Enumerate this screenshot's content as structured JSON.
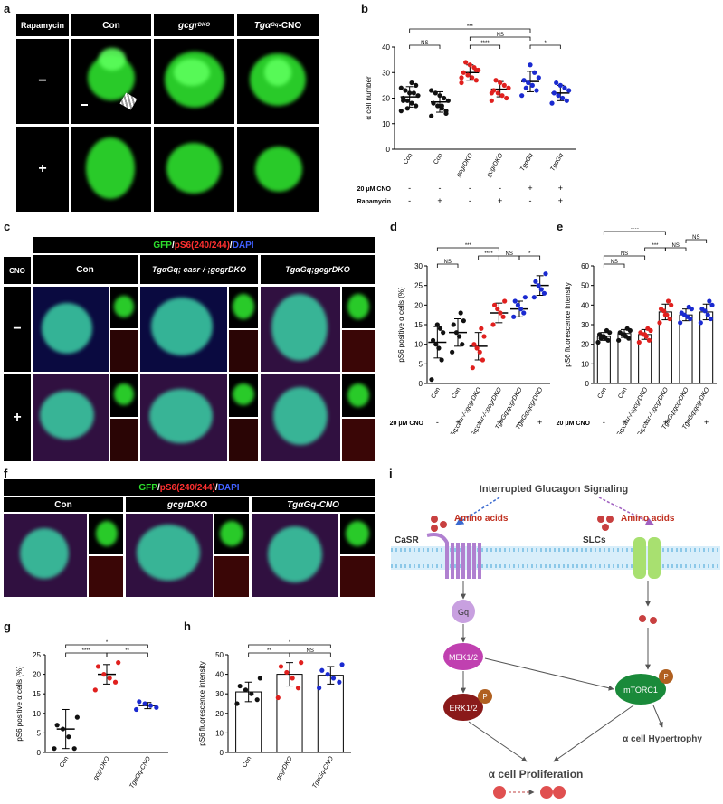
{
  "panel_letters": {
    "a": "a",
    "b": "b",
    "c": "c",
    "d": "d",
    "e": "e",
    "f": "f",
    "g": "g",
    "h": "h",
    "i": "i"
  },
  "panel_a": {
    "corner": "Rapamycin",
    "cols": [
      "Con",
      "gcgr",
      "Tgα",
      "-CNO"
    ],
    "col_sup": {
      "gcgr": "DKO",
      "tga": "Gq"
    },
    "rows": [
      "−",
      "+"
    ]
  },
  "panel_c": {
    "stain": {
      "gfp": "GFP",
      "sep1": "/",
      "ps6": "pS6(240/244)",
      "sep2": "/",
      "dapi": "DAPI"
    },
    "corner": "CNO",
    "cols": [
      "Con",
      "TgαGq; casr-/-;gcgrDKO",
      "TgαGq;gcgrDKO"
    ],
    "rows": [
      "−",
      "+"
    ]
  },
  "panel_f": {
    "stain": {
      "gfp": "GFP",
      "sep1": "/ ",
      "ps6": "pS6(240/244)",
      "sep2": "/",
      "dapi": "DAPI"
    },
    "cols": [
      "Con",
      "gcgrDKO",
      "TgαGq-CNO"
    ]
  },
  "colors": {
    "con": "#111111",
    "gcgr": "#e0201e",
    "tga": "#1a2ad0",
    "green": "#2ee02e",
    "red": "#d42020",
    "blue": "#2030e0",
    "pathway_text": "#c03020"
  },
  "chart_data": [
    {
      "id": "b",
      "type": "scatter",
      "ylabel": "α cell number",
      "ylim": [
        0,
        40
      ],
      "yticks": [
        0,
        10,
        20,
        30,
        40
      ],
      "categories": [
        "Con",
        "Con",
        "gcgrDKO",
        "gcgrDKO",
        "TgαGq",
        "TgαGq"
      ],
      "groups": [
        "con",
        "con",
        "gcgr",
        "gcgr",
        "tga",
        "tga"
      ],
      "means": [
        20.5,
        18.5,
        30,
        23.5,
        26.5,
        22
      ],
      "sd": [
        4,
        4,
        3,
        3,
        4,
        3
      ],
      "points": [
        [
          15,
          17,
          18,
          19,
          20,
          21,
          22,
          22,
          23,
          24,
          25,
          26,
          16,
          19
        ],
        [
          13,
          15,
          16,
          17,
          18,
          19,
          20,
          21,
          22,
          23,
          14,
          17
        ],
        [
          26,
          27,
          28,
          29,
          30,
          31,
          32,
          33,
          34,
          28,
          31
        ],
        [
          19,
          20,
          21,
          22,
          23,
          24,
          25,
          26,
          27,
          22
        ],
        [
          21,
          23,
          25,
          26,
          27,
          28,
          30,
          33,
          24
        ],
        [
          18,
          19,
          20,
          21,
          22,
          23,
          24,
          25,
          26
        ]
      ],
      "cond_rows": [
        {
          "label": "20 μM CNO",
          "values": [
            "-",
            "-",
            "-",
            "-",
            "+",
            "+"
          ]
        },
        {
          "label": "Rapamycin",
          "values": [
            "-",
            "+",
            "-",
            "+",
            "-",
            "+"
          ]
        }
      ],
      "sig": [
        {
          "from": 0,
          "to": 1,
          "label": "NS",
          "level": 1
        },
        {
          "from": 2,
          "to": 3,
          "label": "****",
          "level": 1
        },
        {
          "from": 4,
          "to": 5,
          "label": "*",
          "level": 1
        },
        {
          "from": 2,
          "to": 4,
          "label": "NS",
          "level": 2
        },
        {
          "from": 0,
          "to": 4,
          "label": "***",
          "level": 3
        }
      ]
    },
    {
      "id": "d",
      "type": "scatter",
      "ylabel": "pS6 positive α cells (%)",
      "ylim": [
        0,
        30
      ],
      "yticks": [
        0,
        5,
        10,
        15,
        20,
        25,
        30
      ],
      "categories": [
        "Con",
        "Con",
        "TgαGq;casr-/-;gcgrDKO",
        "TgαGq;casr-/-;gcgrDKO",
        "TgαGq;gcgrDKO",
        "TgαGq;gcgrDKO"
      ],
      "groups": [
        "con",
        "con",
        "gcgr",
        "gcgr",
        "tga",
        "tga"
      ],
      "means": [
        10.5,
        13,
        9.5,
        18,
        19,
        25
      ],
      "sd": [
        4,
        3.5,
        3.5,
        2.5,
        2,
        2.5
      ],
      "points": [
        [
          1,
          6,
          9,
          10,
          11,
          13,
          14,
          15
        ],
        [
          8,
          10,
          12,
          13,
          15,
          16,
          18
        ],
        [
          4,
          6,
          8,
          9,
          10,
          12,
          14
        ],
        [
          15,
          17,
          18,
          19,
          20,
          21
        ],
        [
          17,
          18,
          19,
          20,
          21,
          22
        ],
        [
          22,
          23,
          24,
          25,
          26,
          28
        ]
      ],
      "cond_rows": [
        {
          "label": "20 μM CNO",
          "values": [
            "-",
            "+",
            "-",
            "+",
            "-",
            "+"
          ]
        }
      ],
      "sig": [
        {
          "from": 0,
          "to": 1,
          "label": "NS",
          "level": 1
        },
        {
          "from": 2,
          "to": 3,
          "label": "****",
          "level": 2
        },
        {
          "from": 3,
          "to": 4,
          "label": "NS",
          "level": 2
        },
        {
          "from": 4,
          "to": 5,
          "label": "*",
          "level": 2
        },
        {
          "from": 0,
          "to": 3,
          "label": "***",
          "level": 3
        }
      ]
    },
    {
      "id": "e",
      "type": "bar",
      "ylabel": "pS6 fluorescence intensity",
      "ylim": [
        0,
        60
      ],
      "yticks": [
        0,
        10,
        20,
        30,
        40,
        50,
        60
      ],
      "categories": [
        "Con",
        "Con",
        "TgαGq;casr-/-;gcgrDKO",
        "TgαGq;casr-/-;gcgrDKO",
        "TgαGq;gcgrDKO",
        "TgαGq;gcgrDKO"
      ],
      "groups": [
        "con",
        "con",
        "gcgr",
        "gcgr",
        "tga",
        "tga"
      ],
      "values": [
        24,
        25.5,
        25,
        36.5,
        35,
        36.5
      ],
      "sd": [
        2,
        2,
        2.5,
        4,
        3,
        4
      ],
      "points": [
        [
          21,
          22,
          23,
          24,
          25,
          26,
          27,
          24,
          23
        ],
        [
          22,
          23,
          24,
          25,
          26,
          27,
          28,
          25
        ],
        [
          21,
          22,
          24,
          25,
          26,
          27,
          28,
          25
        ],
        [
          31,
          33,
          35,
          37,
          38,
          40,
          42,
          35
        ],
        [
          31,
          33,
          34,
          35,
          36,
          38,
          39
        ],
        [
          31,
          33,
          35,
          37,
          38,
          40,
          42
        ]
      ],
      "cond_rows": [
        {
          "label": "20 μM CNO",
          "values": [
            "-",
            "+",
            "-",
            "+",
            "-",
            "+"
          ]
        }
      ],
      "sig": [
        {
          "from": 0,
          "to": 1,
          "label": "NS",
          "level": 1
        },
        {
          "from": 0,
          "to": 2,
          "label": "NS",
          "level": 2
        },
        {
          "from": 2,
          "to": 3,
          "label": "***",
          "level": 3
        },
        {
          "from": 3,
          "to": 4,
          "label": "NS",
          "level": 3
        },
        {
          "from": 4,
          "to": 5,
          "label": "NS",
          "level": 4
        },
        {
          "from": 0,
          "to": 3,
          "label": "****",
          "level": 5
        }
      ]
    },
    {
      "id": "g",
      "type": "scatter",
      "ylabel": "pS6 positive α cells (%)",
      "ylim": [
        0,
        25
      ],
      "yticks": [
        0,
        5,
        10,
        15,
        20,
        25
      ],
      "categories": [
        "Con",
        "gcgrDKO",
        "TgαGq-CNO"
      ],
      "groups": [
        "con",
        "gcgr",
        "tga"
      ],
      "means": [
        6,
        20,
        12
      ],
      "sd": [
        5,
        2.5,
        0.8
      ],
      "points": [
        [
          1,
          1,
          4,
          6,
          7,
          9
        ],
        [
          16,
          18,
          19,
          20,
          22,
          23
        ],
        [
          11,
          11.5,
          12,
          12.5,
          13
        ]
      ],
      "sig": [
        {
          "from": 0,
          "to": 1,
          "label": "****",
          "level": 1
        },
        {
          "from": 1,
          "to": 2,
          "label": "**",
          "level": 1
        },
        {
          "from": 0,
          "to": 2,
          "label": "*",
          "level": 2
        }
      ]
    },
    {
      "id": "h",
      "type": "bar",
      "ylabel": "pS6 fluorescence intensity",
      "ylim": [
        0,
        50
      ],
      "yticks": [
        0,
        10,
        20,
        30,
        40,
        50
      ],
      "categories": [
        "Con",
        "gcgrDKO",
        "TgαGq-CNO"
      ],
      "groups": [
        "con",
        "gcgr",
        "tga"
      ],
      "values": [
        31,
        40,
        39.5
      ],
      "sd": [
        5,
        6,
        4.5
      ],
      "points": [
        [
          25,
          27,
          30,
          32,
          34,
          38
        ],
        [
          28,
          33,
          38,
          41,
          44,
          46
        ],
        [
          33,
          36,
          38,
          40,
          42,
          45
        ]
      ],
      "sig": [
        {
          "from": 0,
          "to": 1,
          "label": "**",
          "level": 1
        },
        {
          "from": 1,
          "to": 2,
          "label": "NS",
          "level": 1
        },
        {
          "from": 0,
          "to": 2,
          "label": "*",
          "level": 2
        }
      ]
    }
  ],
  "pathway": {
    "title": "Interrupted Glucagon Signaling",
    "amino_left": "Amino acids",
    "amino_right": "Amino acids",
    "casr": "CaSR",
    "slcs": "SLCs",
    "gq": "Gq",
    "mek": "MEK1/2",
    "erk": "ERK1/2",
    "mtorc": "mTORC1",
    "p1": "P",
    "p2": "P",
    "hypertrophy": "α cell Hypertrophy",
    "proliferation": "α cell Proliferation"
  }
}
